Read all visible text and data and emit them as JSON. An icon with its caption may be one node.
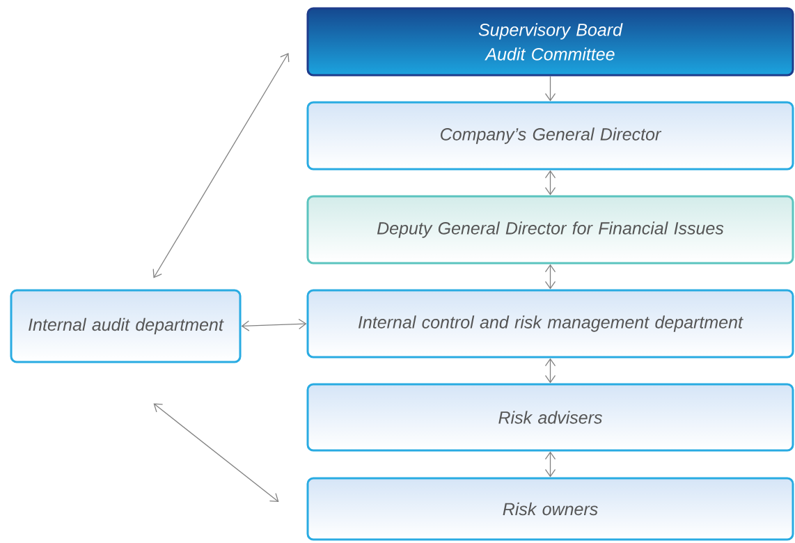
{
  "diagram": {
    "nodes": [
      {
        "text": [
          "Supervisory Board",
          "Audit Committee"
        ]
      },
      {
        "text": [
          "Company’s General Director"
        ]
      },
      {
        "text": [
          "Deputy General Director for Financial Issues"
        ]
      },
      {
        "text": [
          "Internal control and risk management department"
        ]
      },
      {
        "text": [
          "Risk advisers"
        ]
      },
      {
        "text": [
          "Risk owners"
        ]
      },
      {
        "text": [
          "Internal audit department"
        ]
      }
    ],
    "edges": [
      {
        "from": 0,
        "to": 1,
        "arrow": "to"
      },
      {
        "from": 1,
        "to": 2,
        "arrow": "both"
      },
      {
        "from": 2,
        "to": 3,
        "arrow": "both"
      },
      {
        "from": 3,
        "to": 4,
        "arrow": "both"
      },
      {
        "from": 4,
        "to": 5,
        "arrow": "both"
      },
      {
        "from": 6,
        "to": 3,
        "arrow": "both"
      },
      {
        "from": 6,
        "to": 0,
        "arrow": "both"
      },
      {
        "from": 6,
        "to": 5,
        "arrow": "both"
      }
    ]
  }
}
